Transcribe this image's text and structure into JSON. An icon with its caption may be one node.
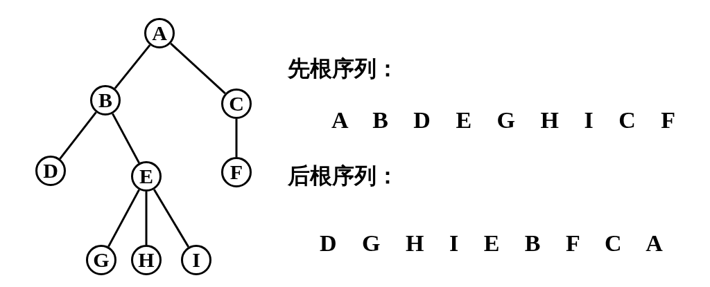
{
  "diagram": {
    "nodes": [
      {
        "text": [
          "A"
        ]
      },
      {
        "text": [
          "B"
        ]
      },
      {
        "text": [
          "C"
        ]
      },
      {
        "text": [
          "D"
        ]
      },
      {
        "text": [
          "E"
        ]
      },
      {
        "text": [
          "F"
        ]
      },
      {
        "text": [
          "G"
        ]
      },
      {
        "text": [
          "H"
        ]
      },
      {
        "text": [
          "I"
        ]
      }
    ],
    "edges": [
      {
        "from": 0,
        "to": 1,
        "arrow": "none"
      },
      {
        "from": 0,
        "to": 2,
        "arrow": "none"
      },
      {
        "from": 1,
        "to": 3,
        "arrow": "none"
      },
      {
        "from": 1,
        "to": 4,
        "arrow": "none"
      },
      {
        "from": 2,
        "to": 5,
        "arrow": "none"
      },
      {
        "from": 4,
        "to": 6,
        "arrow": "none"
      },
      {
        "from": 4,
        "to": 7,
        "arrow": "none"
      },
      {
        "from": 4,
        "to": 8,
        "arrow": "none"
      }
    ],
    "labels": [
      "先根序列：",
      "A B D E G H I C F",
      "后根序列：",
      "D G H I E B F C A"
    ]
  }
}
